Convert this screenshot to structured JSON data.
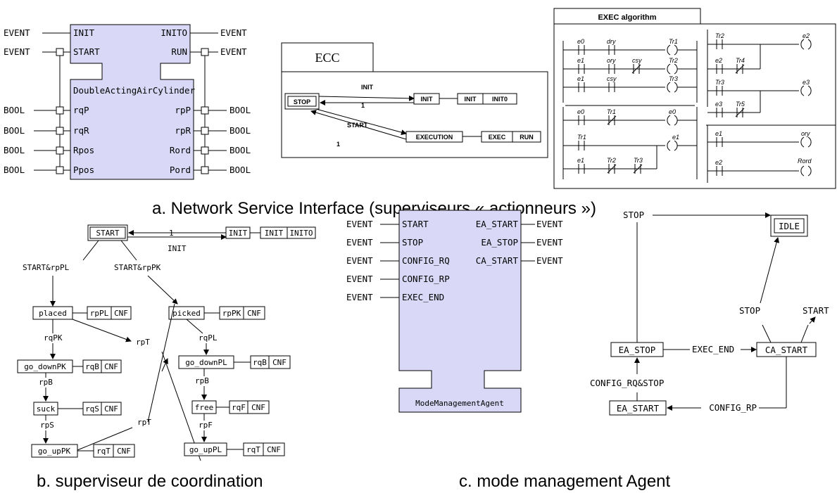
{
  "fb_cylinder": {
    "name": "DoubleActingAirCylinder",
    "event_inputs": [
      "INIT",
      "START"
    ],
    "event_outputs": [
      "INITO",
      "RUN"
    ],
    "data_inputs": [
      "rqP",
      "rqR",
      "Rpos",
      "Ppos"
    ],
    "data_outputs": [
      "rpP",
      "rpR",
      "Rord",
      "Pord"
    ],
    "event_type": "EVENT",
    "data_type": "BOOL"
  },
  "ecc": {
    "title": "ECC",
    "state_stop": "STOP",
    "state_init": "INIT",
    "state_exec": "EXECUTION",
    "init_action": [
      "INIT",
      "INIT0"
    ],
    "exec_action": [
      "EXEC",
      "RUN"
    ],
    "trans_init": "INIT",
    "trans_back1": "1",
    "trans_start": "START",
    "trans_back2": "1"
  },
  "exec_algorithm": {
    "title": "EXEC algorithm",
    "rung1": [
      "e0",
      "dry",
      "Tr1"
    ],
    "rung2": [
      "e1",
      "ory",
      "csy",
      "Tr2"
    ],
    "rung3": [
      "e1",
      "csy",
      "Tr3"
    ],
    "rung4": [
      "e0",
      "Tr1",
      "e0"
    ],
    "rung5": [
      "Tr1",
      "e1"
    ],
    "rung5b": [
      "e1",
      "Tr2",
      "Tr3"
    ],
    "rung6": [
      "Tr2",
      "e2"
    ],
    "rung6b": [
      "e2",
      "Tr4"
    ],
    "rung7": [
      "Tr3",
      "e3"
    ],
    "rung7b": [
      "e3",
      "Tr5"
    ],
    "rung8": [
      "e1",
      "ory"
    ],
    "rung9": [
      "e2",
      "Rord"
    ]
  },
  "caption_a": "a. Network Service Interface (superviseurs « actionneurs »)",
  "coord": {
    "start": "START",
    "init": "INIT",
    "init_action": [
      "INIT",
      "INITO"
    ],
    "t_one": "1",
    "t_init": "INIT",
    "t_start_pl": "START&rpPL",
    "t_start_pk": "START&rpPK",
    "placed": "placed",
    "placed_action": [
      "rpPL",
      "CNF"
    ],
    "picked": "picked",
    "picked_action": [
      "rpPK",
      "CNF"
    ],
    "t_rqPK": "rqPK",
    "t_rqPL": "rqPL",
    "t_rpT1": "rpT",
    "t_rpT2": "rpT",
    "go_downPK": "go_downPK",
    "go_downPK_action": [
      "rqB",
      "CNF"
    ],
    "go_downPL": "go_downPL",
    "go_downPL_action": [
      "rqB",
      "CNF"
    ],
    "t_rpB1": "rpB",
    "t_rpB2": "rpB",
    "suck": "suck",
    "suck_action": [
      "rqS",
      "CNF"
    ],
    "free": "free",
    "free_action": [
      "rqF",
      "CNF"
    ],
    "t_rpS": "rpS",
    "t_rpF": "rpF",
    "go_upPK": "go_upPK",
    "go_upPK_action": [
      "rqT",
      "CNF"
    ],
    "go_upPL": "go_upPL",
    "go_upPL_action": [
      "rqT",
      "CNF"
    ]
  },
  "caption_b": "b. superviseur de coordination",
  "mma": {
    "name": "ModeManagementAgent",
    "event_inputs": [
      "START",
      "STOP",
      "CONFIG_RQ",
      "CONFIG_RP",
      "EXEC_END"
    ],
    "event_outputs": [
      "EA_START",
      "EA_STOP",
      "CA_START"
    ],
    "event_type": "EVENT"
  },
  "mma_ecc": {
    "idle": "IDLE",
    "ea_stop": "EA_STOP",
    "ca_start": "CA_START",
    "ea_start": "EA_START",
    "t_stop_top": "STOP",
    "t_stop": "STOP",
    "t_start": "START",
    "t_exec_end": "EXEC_END",
    "t_config_rq_stop": "CONFIG_RQ&STOP",
    "t_config_rp": "CONFIG_RP"
  },
  "caption_c": "c. mode management Agent"
}
